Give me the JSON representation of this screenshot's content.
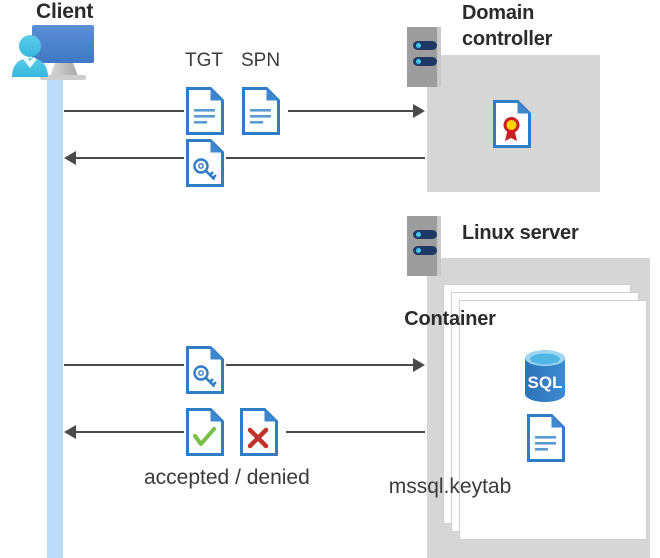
{
  "diagram": {
    "title_client": "Client",
    "title_domain_controller": "Domain\ncontroller",
    "title_domain_controller_line1": "Domain",
    "title_domain_controller_line2": "controller",
    "title_linux_server": "Linux server",
    "title_container": "Container",
    "label_tgt": "TGT",
    "label_spn": "SPN",
    "label_result": "accepted / denied",
    "label_keytab": "mssql.keytab",
    "icons": {
      "client": "user-computer-icon",
      "server_rack": "server-rack-icon",
      "certificate": "certificate-document-icon",
      "ticket_doc": "text-document-icon",
      "key_doc": "key-document-icon",
      "accepted_doc": "checkmark-document-icon",
      "denied_doc": "x-mark-document-icon",
      "sql_database": "sql-database-icon",
      "keytab_doc": "text-document-icon"
    },
    "flows": [
      {
        "id": "flow-1",
        "direction": "right",
        "from": "client",
        "to": "domain-controller",
        "payload": "TGT + SPN"
      },
      {
        "id": "flow-2",
        "direction": "left",
        "from": "domain-controller",
        "to": "client",
        "payload": "service ticket (key)"
      },
      {
        "id": "flow-3",
        "direction": "right",
        "from": "client",
        "to": "linux-server",
        "payload": "service ticket (key)"
      },
      {
        "id": "flow-4",
        "direction": "left",
        "from": "linux-server",
        "to": "client",
        "payload": "accepted / denied"
      }
    ],
    "colors": {
      "lifeline": "#bcdcf7",
      "panel": "#d6d6d6",
      "rack_body": "#9d9d9d",
      "rack_bar": "#1f3864",
      "rack_dot": "#41c7f4",
      "doc_outline": "#2f7dc4",
      "doc_fold": "#3f87cf",
      "line": "#4a4a4a",
      "accept_green": "#76c043",
      "deny_red": "#c0342b",
      "sql_blue": "#2e73b8",
      "seal_red": "#cc2027",
      "seal_gold": "#ffd400",
      "text": "#2b2b2b"
    }
  }
}
